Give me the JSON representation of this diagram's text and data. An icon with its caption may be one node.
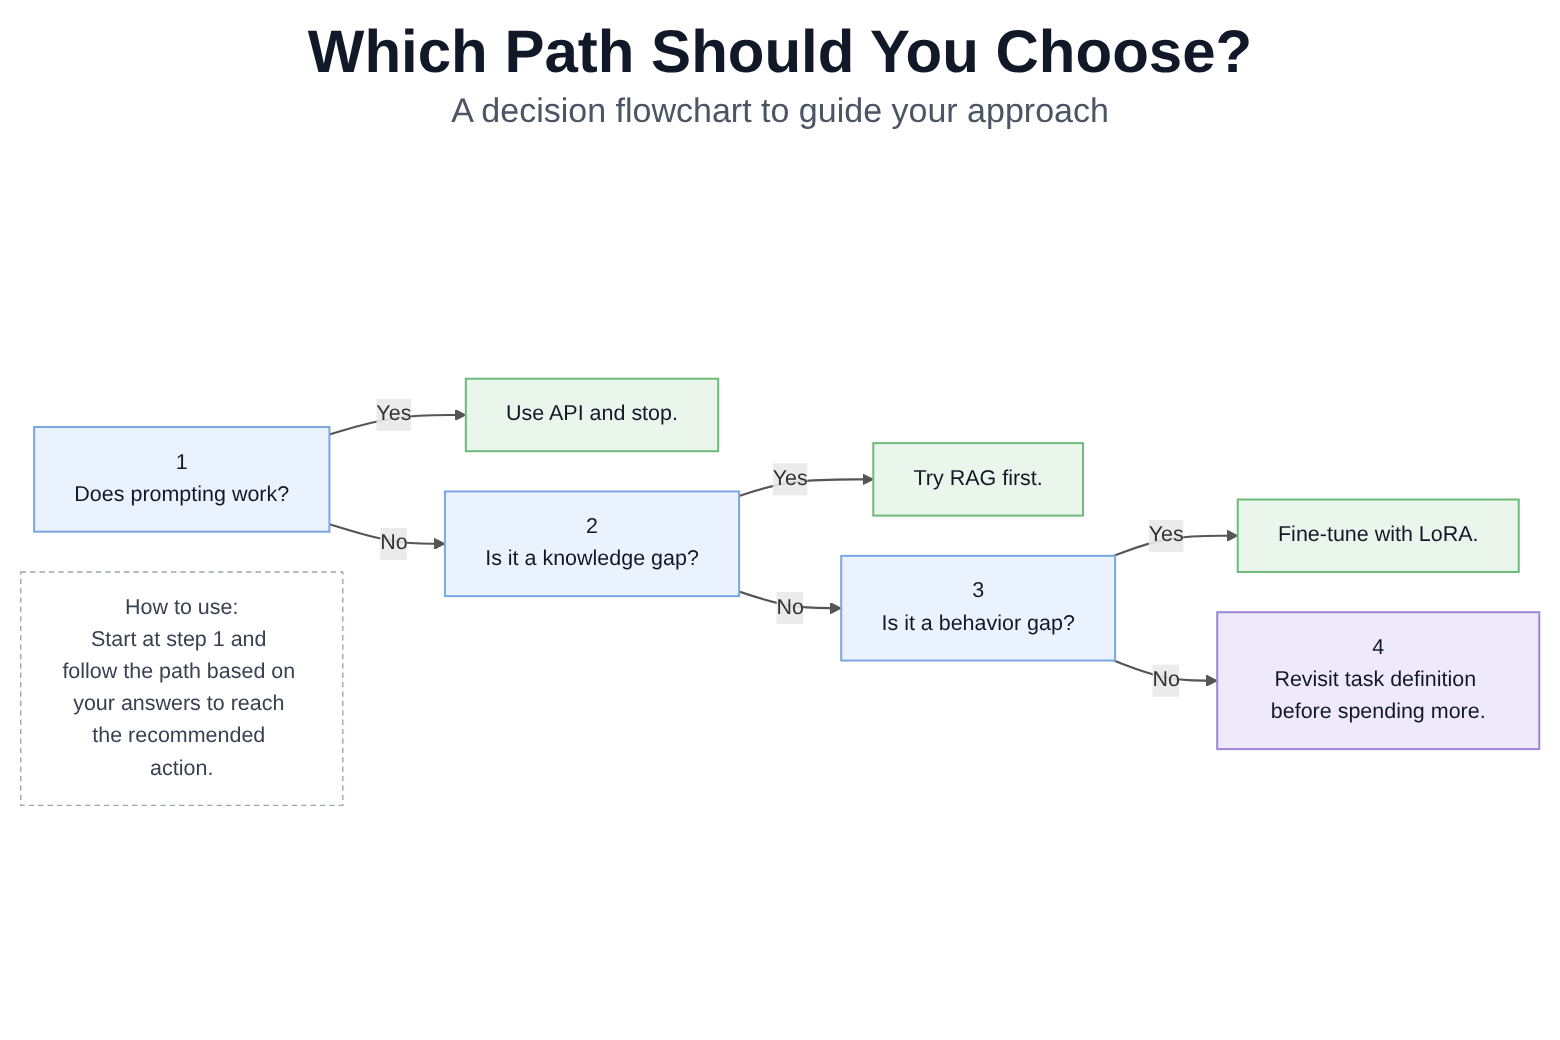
{
  "diagram": {
    "title": "Which Path Should You Choose?",
    "nodes": [
      {
        "text": [
          "1",
          "Does prompting work?"
        ]
      },
      {
        "text": [
          "Use API and stop."
        ]
      },
      {
        "text": [
          "2",
          "Is it a knowledge gap?"
        ]
      },
      {
        "text": [
          "Try RAG first."
        ]
      },
      {
        "text": [
          "3",
          "Is it a behavior gap?"
        ]
      },
      {
        "text": [
          "Fine-tune with LoRA."
        ]
      },
      {
        "text": [
          "4",
          "Revisit task definition before spending more."
        ]
      },
      {
        "text": [
          "How to use:",
          "Start at step 1 and follow the path based on your answers to reach the recommended action."
        ]
      }
    ],
    "edges": [
      {
        "from": 0,
        "to": 1,
        "arrow": "to",
        "label": "Yes"
      },
      {
        "from": 0,
        "to": 2,
        "arrow": "to",
        "label": "No"
      },
      {
        "from": 2,
        "to": 3,
        "arrow": "to",
        "label": "Yes"
      },
      {
        "from": 2,
        "to": 4,
        "arrow": "to",
        "label": "No"
      },
      {
        "from": 4,
        "to": 5,
        "arrow": "to",
        "label": "Yes"
      },
      {
        "from": 4,
        "to": 6,
        "arrow": "to",
        "label": "No"
      }
    ],
    "labels": [
      "A decision flowchart to guide your approach"
    ]
  }
}
